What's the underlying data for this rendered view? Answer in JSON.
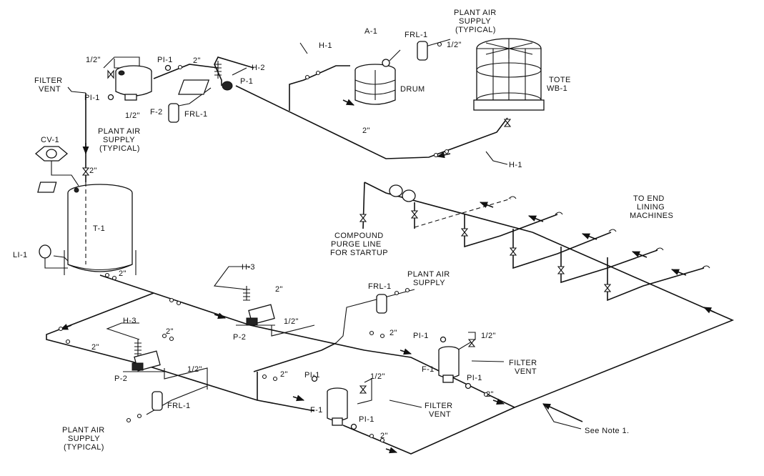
{
  "labels": {
    "filter_vent_top_left": [
      "FILTER",
      "VENT"
    ],
    "half_inch_top_left": "1/2\"",
    "pi1_top_a": "PI-1",
    "pi1_top_b": "PI-1",
    "two_inch_top": "2\"",
    "h2": "H-2",
    "f2": "F-2",
    "p1": "P-1",
    "half_inch_frl_top": "1/2\"",
    "frl1_top": "FRL-1",
    "plant_air_top_left": [
      "PLANT AIR",
      "SUPPLY",
      "(TYPICAL)"
    ],
    "h1_top": "H-1",
    "a1": "A-1",
    "drum": "DRUM",
    "frl1_drum": "FRL-1",
    "half_inch_drum": "1/2\"",
    "plant_air_top_right": [
      "PLANT AIR",
      "SUPPLY",
      "(TYPICAL)"
    ],
    "tote": [
      "TOTE",
      "WB-1"
    ],
    "two_inch_mid": "2\"",
    "h1_bottom": "H-1",
    "cv1": "CV-1",
    "two_inch_tank": "2\"",
    "t1": "T-1",
    "li1": "LI-1",
    "two_inch_tank_bottom": "2\"",
    "compound_purge": [
      "COMPOUND",
      "PURGE LINE",
      "FOR STARTUP"
    ],
    "to_end": [
      "TO END",
      "LINING",
      "MACHINES"
    ],
    "h3_mid": "H-3",
    "two_inch_p2_mid": "2\"",
    "half_inch_p2_mid": "1/2\"",
    "p2_mid": "P-2",
    "frl1_mid": "FRL-1",
    "plant_air_mid": [
      "PLANT AIR",
      "SUPPLY"
    ],
    "h3_left": "H-3",
    "two_inch_left_a": "2\"",
    "two_inch_left_b": "2\"",
    "p2_left": "P-2",
    "half_inch_left": "1/2\"",
    "frl1_left": "FRL-1",
    "plant_air_bottom_left": [
      "PLANT AIR",
      "SUPPLY",
      "(TYPICAL)"
    ],
    "two_inch_f1_right": "2\"",
    "pi1_f1_right_top": "PI-1",
    "half_inch_f1_right": "1/2\"",
    "f1_right": "F-1",
    "filter_vent_right": [
      "FILTER",
      "VENT"
    ],
    "pi1_f1_right_bottom": "PI-1",
    "two_inch_f1_right_bottom": "2\"",
    "two_inch_f1_left": "2\"",
    "pi1_f1_left_top": "PI-1",
    "half_inch_f1_left": "1/2\"",
    "f1_left": "F-1",
    "filter_vent_mid": [
      "FILTER",
      "VENT"
    ],
    "pi1_f1_left_bottom": "PI-1",
    "two_inch_f1_left_bottom": "2\"",
    "see_note": "See Note 1."
  }
}
